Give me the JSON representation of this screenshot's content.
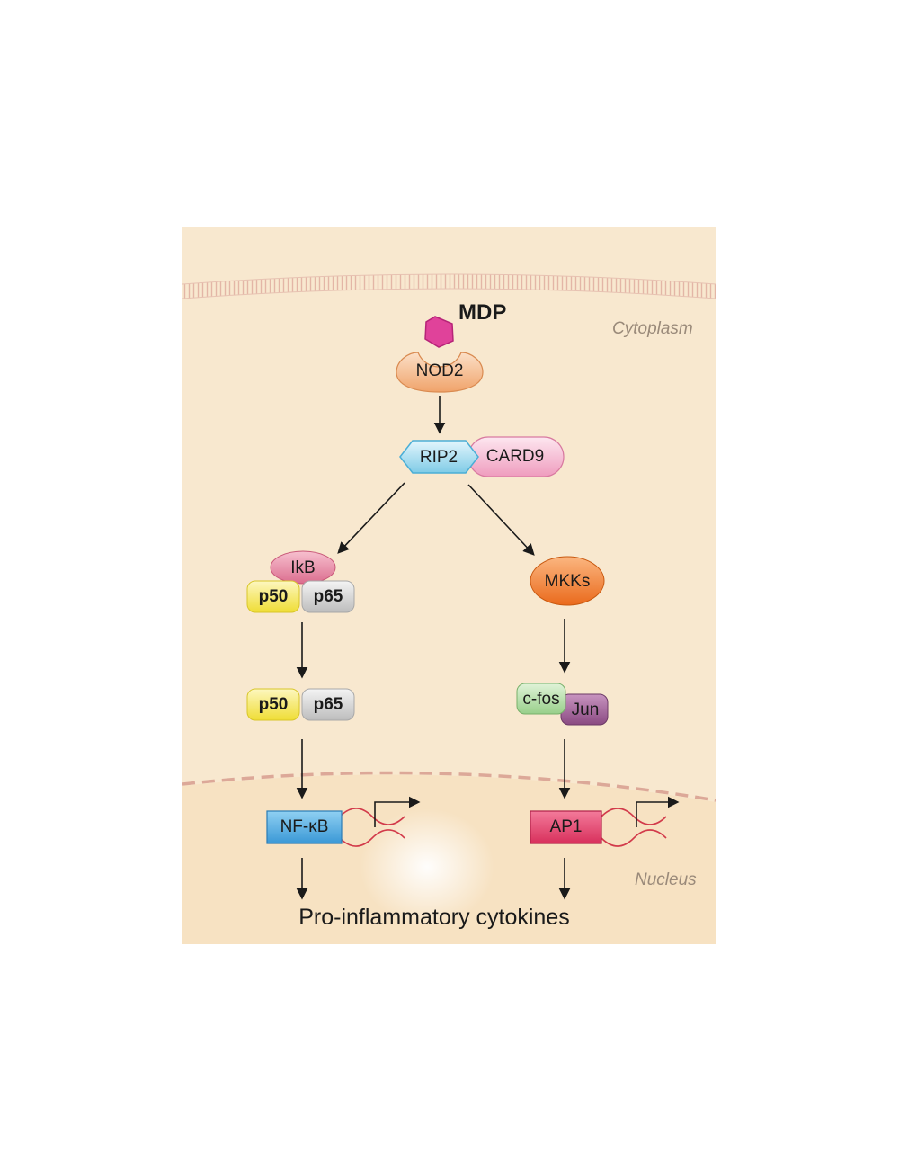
{
  "regions": {
    "cytoplasm": "Cytoplasm",
    "nucleus": "Nucleus"
  },
  "ligand": {
    "label": "MDP"
  },
  "receptor": {
    "label": "NOD2"
  },
  "adaptor": {
    "rip2": "RIP2",
    "card9": "CARD9"
  },
  "nfkb_branch": {
    "inhibitor": "IkB",
    "subunit_a": "p50",
    "subunit_b": "p65",
    "free_subunit_a": "p50",
    "free_subunit_b": "p65",
    "transcription_factor": "NF-κB"
  },
  "mapk_branch": {
    "kinases": "MKKs",
    "cfos": "c-fos",
    "jun": "Jun",
    "transcription_factor": "AP1"
  },
  "output": "Pro-inflammatory cytokines",
  "colors": {
    "cell_background": "#f8e8cf",
    "ligand": "#e0429a",
    "nod2": "#f0a36a",
    "rip2": "#8fd4ec",
    "card9": "#f3a7c6",
    "ikb": "#e6829e",
    "p50": "#f3e44f",
    "p65": "#cfcfcf",
    "mkks": "#f07a2a",
    "cfos": "#a6d89a",
    "jun": "#9a5a92",
    "nfkb": "#4aa6de",
    "ap1": "#e23c6a",
    "dna": "#d23a4a"
  }
}
